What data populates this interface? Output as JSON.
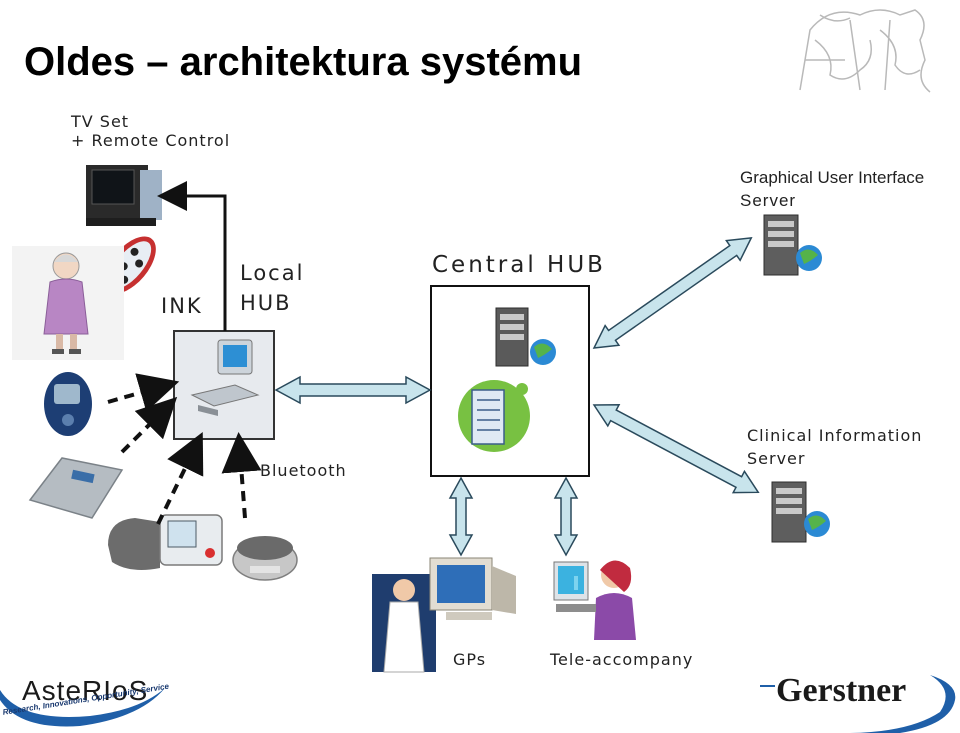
{
  "title": "Oldes – architektura systému",
  "labels": {
    "tv_set": [
      "TV Set",
      "+ Remote Control"
    ],
    "local_hub": [
      "Local",
      "HUB"
    ],
    "ink": "INK",
    "bluetooth": "Bluetooth",
    "central_hub": "Central HUB",
    "gui_server": [
      "Graphical User Interface",
      "Server"
    ],
    "clinical_server": [
      "Clinical Information",
      "Server"
    ],
    "gps": "GPs",
    "tele_accompany": "Tele-accompany"
  },
  "logos": {
    "left_text": "AsteRIoS",
    "left_tagline": "Research, Innovations, Opportunity, Service",
    "right_text": "Gerstner"
  },
  "colors": {
    "arrow_fill": "#c8e4ec",
    "arrow_stroke": "#2a4a5c",
    "logo_blue": "#1f5fa8"
  }
}
